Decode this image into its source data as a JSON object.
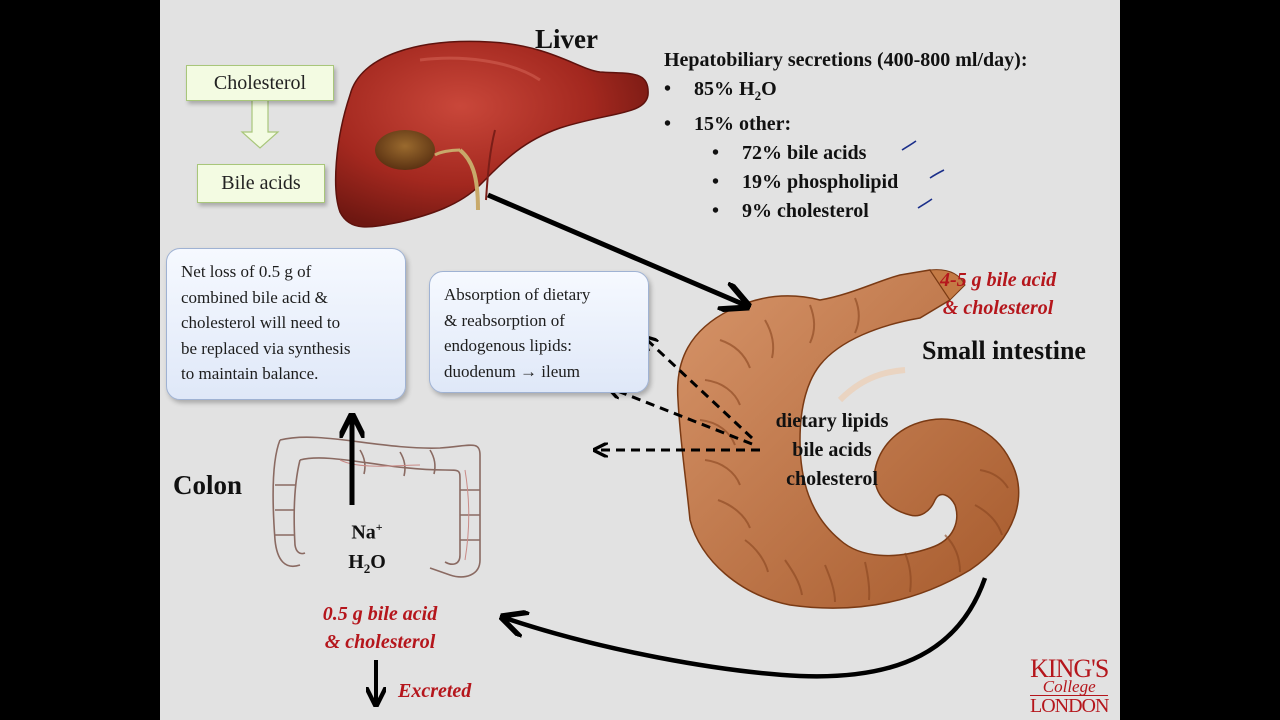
{
  "labels": {
    "liver": "Liver",
    "small_intestine": "Small intestine",
    "colon": "Colon"
  },
  "flow": {
    "cholesterol": "Cholesterol",
    "bile_acids": "Bile acids"
  },
  "secretions": {
    "title": "Hepatobiliary secretions (400-800 ml/day):",
    "water_prefix": "85% H",
    "water_sub": "2",
    "water_suffix": "O",
    "other": "15% other:",
    "items": [
      "72% bile acids",
      "19% phospholipid",
      "9% cholesterol"
    ]
  },
  "net_loss_box": {
    "lines": [
      "Net loss of 0.5 g of",
      "combined bile acid &",
      "cholesterol will need to",
      "be replaced via synthesis",
      "to maintain balance."
    ]
  },
  "absorption_box": {
    "lines": [
      "Absorption of dietary",
      "& reabsorption of",
      "endogenous lipids:",
      "duodenum → ileum"
    ]
  },
  "intestine_amount": {
    "line1": "4-5 g bile acid",
    "line2": "& cholesterol"
  },
  "intestine_contents": [
    "dietary lipids",
    "bile acids",
    "cholesterol"
  ],
  "colon_absorb": {
    "na": "Na",
    "na_sup": "+",
    "h2o_prefix": "H",
    "h2o_sub": "2",
    "h2o_suffix": "O"
  },
  "colon_amount": {
    "line1": "0.5 g bile acid",
    "line2": "& cholesterol"
  },
  "excreted": "Excreted",
  "logo": {
    "line1": "KING'S",
    "line2": "College",
    "line3": "LONDON"
  },
  "colors": {
    "slide_bg": "#e2e2e2",
    "accent_red": "#b5161c",
    "liver": "#a82a22",
    "intestine": "#b86e3c",
    "flow_box_bg": "#f3fbe2",
    "info_box_bg": "#e8eefa"
  }
}
